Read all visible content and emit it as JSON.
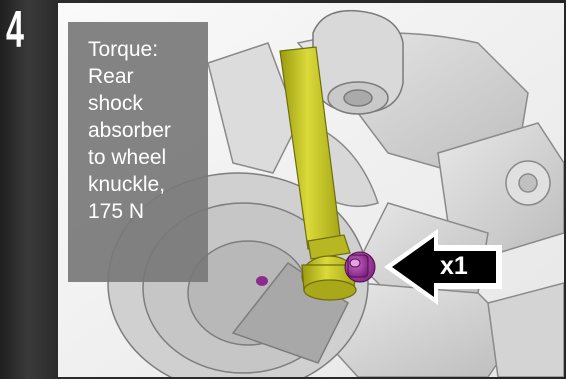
{
  "step": {
    "number": "4"
  },
  "callout": {
    "lines": [
      "Torque:",
      "Rear",
      "shock",
      "absorber",
      "to wheel",
      "knuckle,",
      "175 N"
    ]
  },
  "arrow": {
    "quantity_label": "x1"
  },
  "colors": {
    "shock_absorber": "#cfcf2a",
    "fastener": "#9b2a9b",
    "panel": "#787878",
    "arrow": "#000000"
  },
  "icons": {
    "arrow": "left-pointing-arrow"
  }
}
